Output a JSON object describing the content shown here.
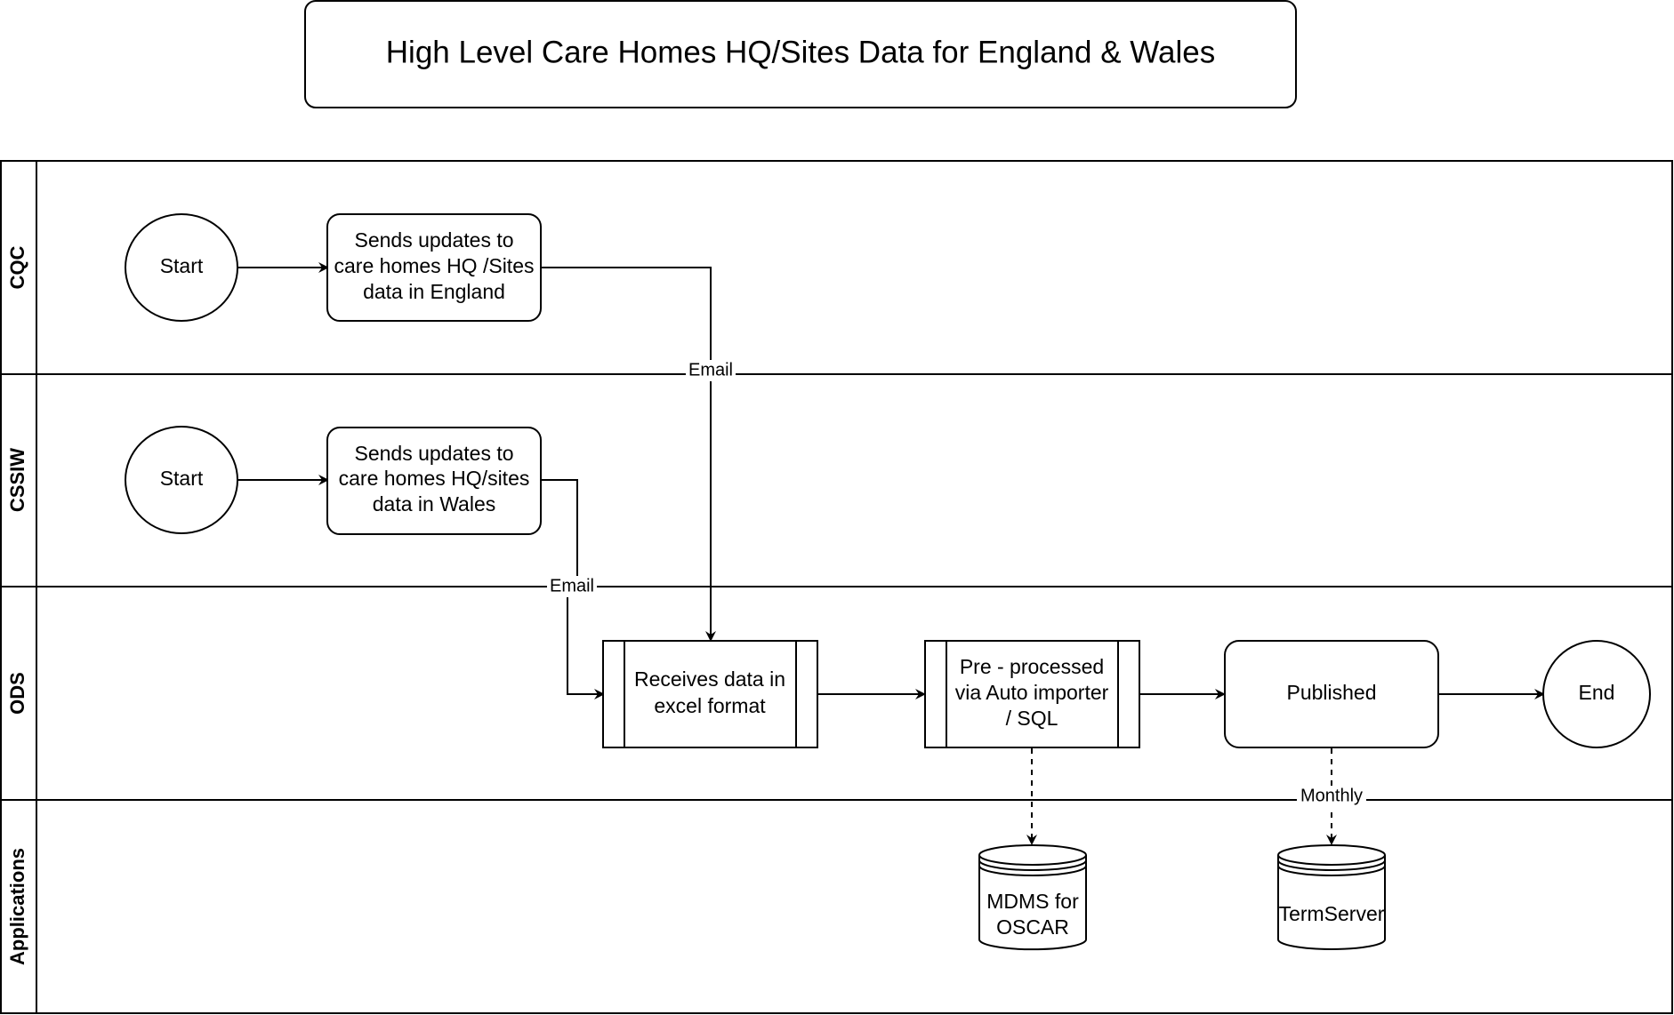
{
  "title": "High Level Care Homes HQ/Sites Data for England & Wales",
  "lanes": [
    {
      "label": "CQC"
    },
    {
      "label": "CSSIW"
    },
    {
      "label": "ODS"
    },
    {
      "label": "Applications"
    }
  ],
  "nodes": {
    "cqc_start": "Start",
    "cqc_send": [
      "Sends updates to",
      "care homes HQ /Sites",
      "data in England"
    ],
    "cssiw_start": "Start",
    "cssiw_send": [
      "Sends updates to",
      "care homes HQ/sites",
      "data in Wales"
    ],
    "receive": [
      "Receives data in",
      "excel format"
    ],
    "preprocess": [
      "Pre - processed",
      "via Auto importer",
      "/ SQL"
    ],
    "published": "Published",
    "end": "End",
    "mdms": [
      "MDMS for",
      "OSCAR"
    ],
    "termserver": "TermServer"
  },
  "edge_labels": {
    "cqc_email": "Email",
    "cssiw_email": "Email",
    "monthly": "Monthly"
  }
}
